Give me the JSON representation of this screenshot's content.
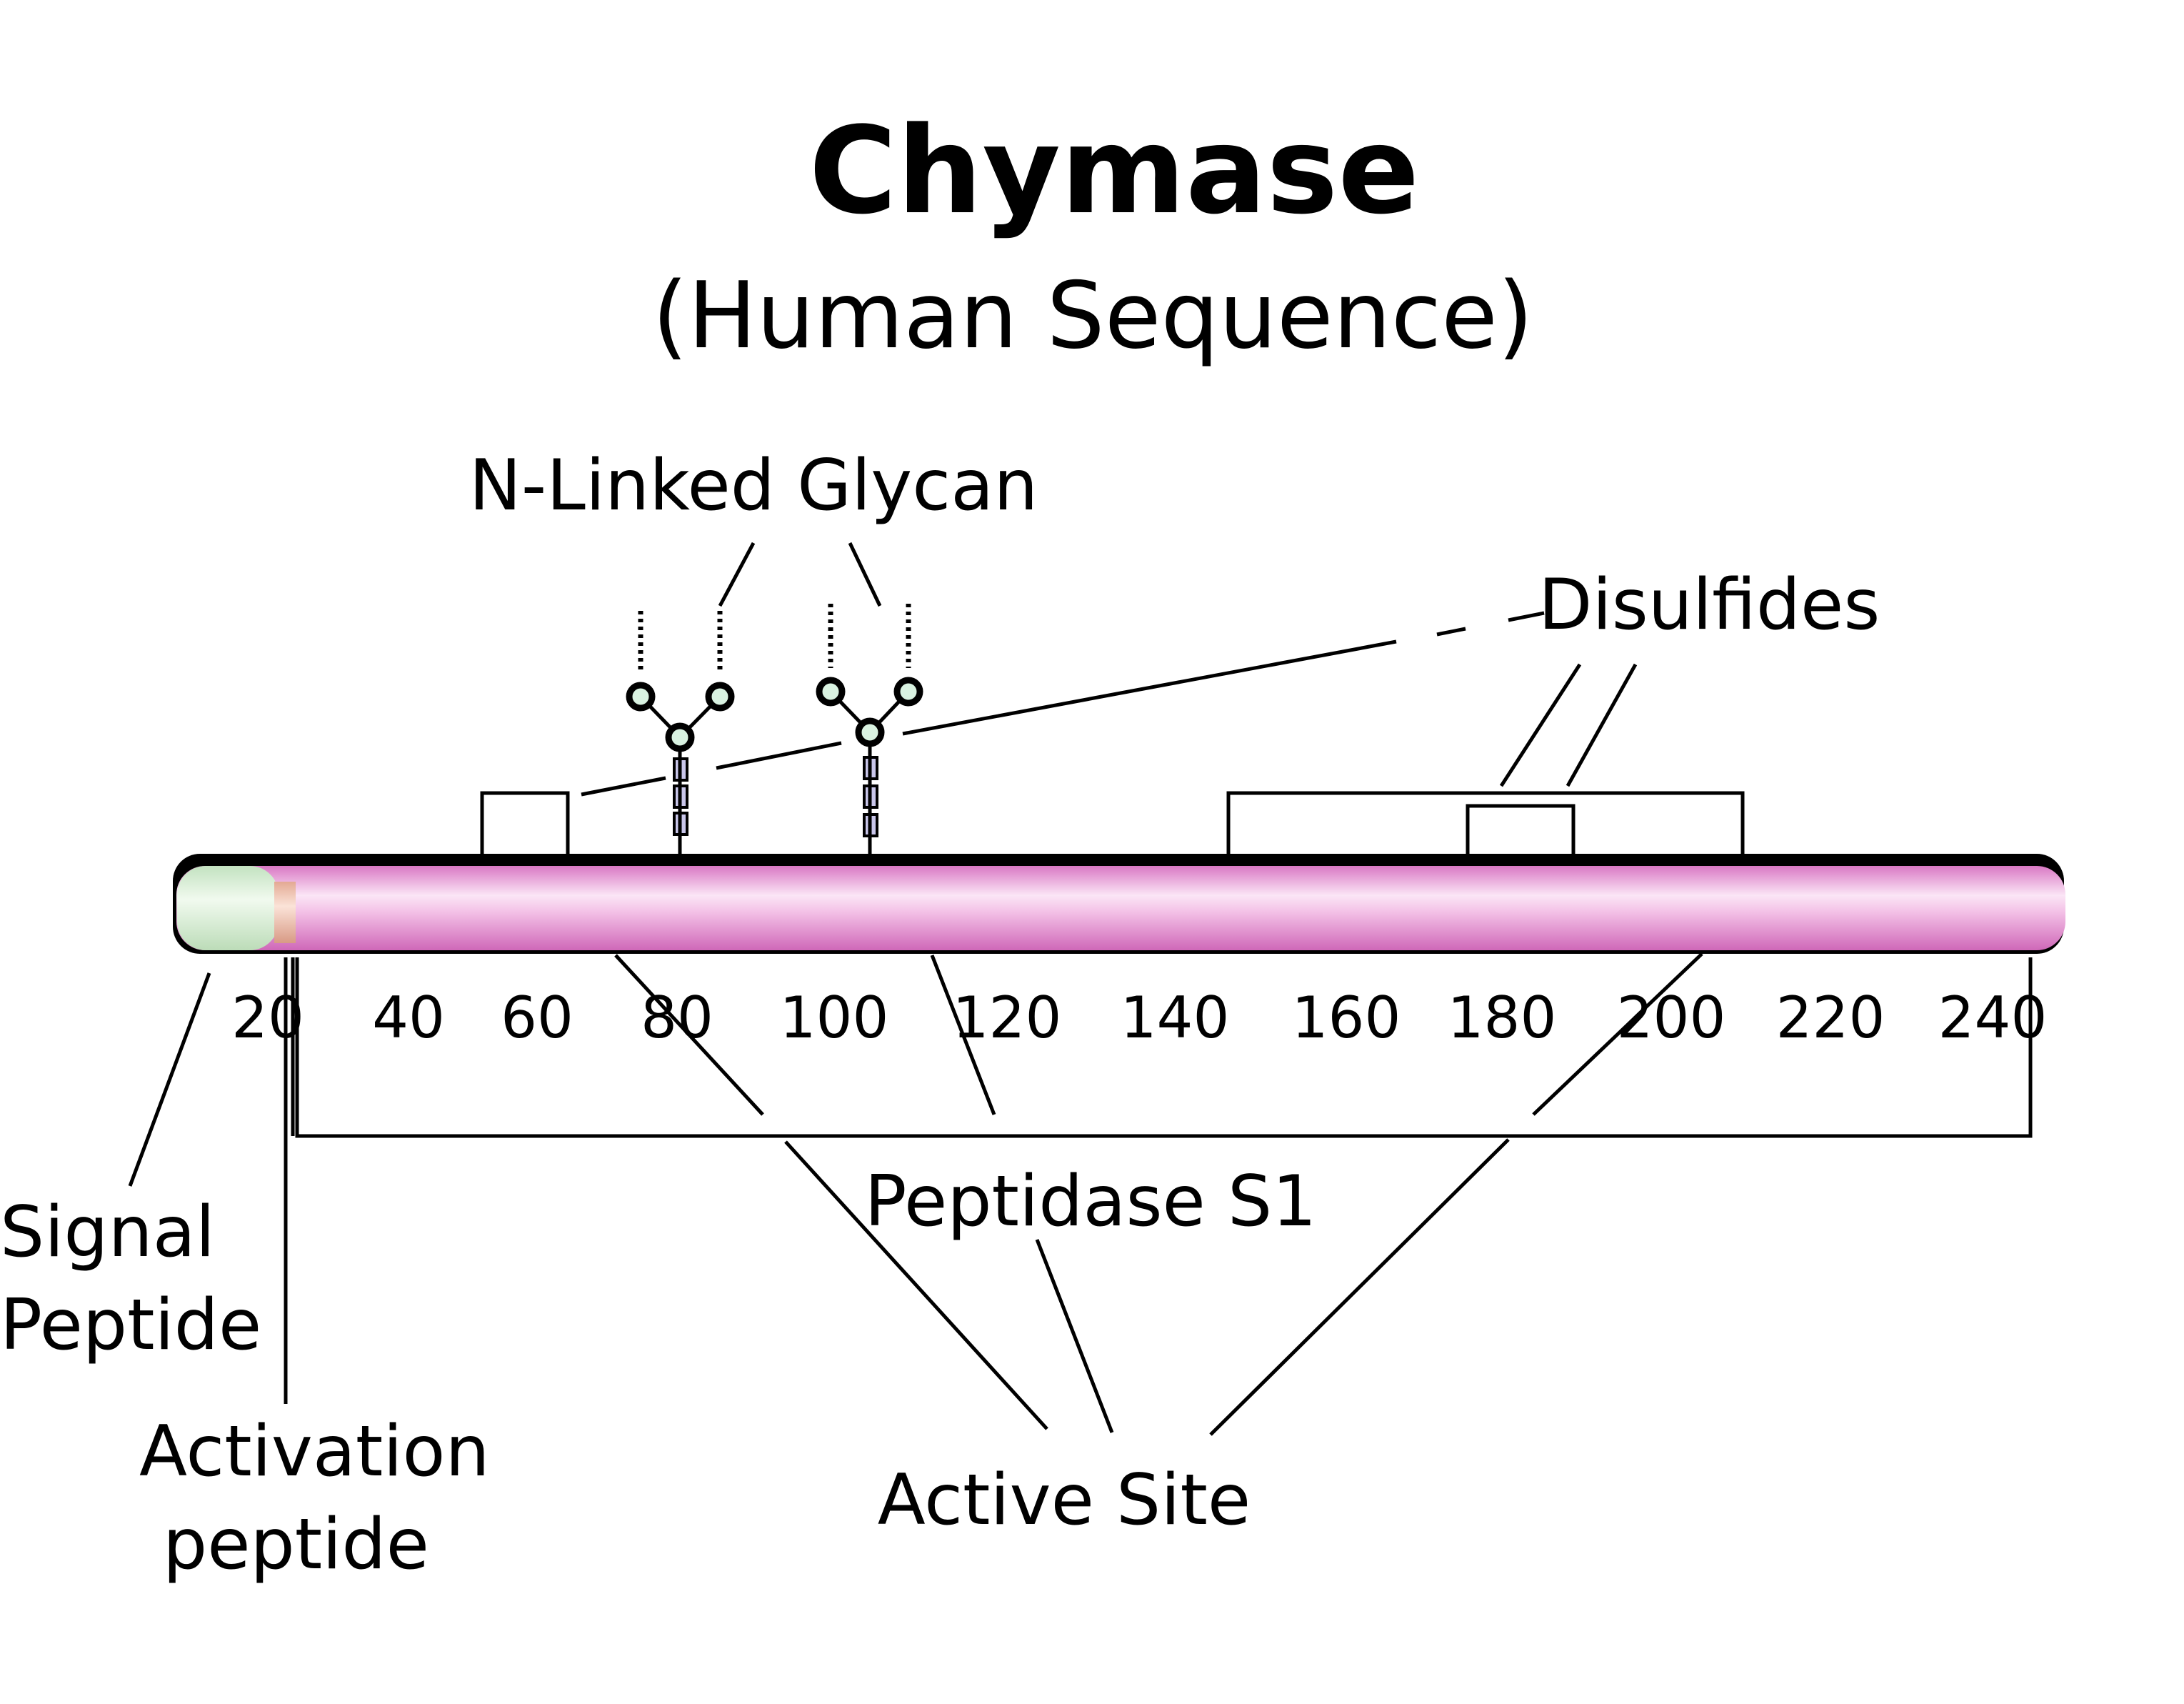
{
  "title": "Chymase",
  "subtitle": "(Human Sequence)",
  "labels": {
    "glycan": "N-Linked Glycan",
    "disulfides": "Disulfides",
    "signal_line1": "Signal",
    "signal_line2": "Peptide",
    "activation_line1": "Activation",
    "activation_line2": "peptide",
    "peptidase": "Peptidase S1",
    "active_site": "Active Site"
  },
  "axis": {
    "ticks": [
      20,
      40,
      60,
      80,
      100,
      120,
      140,
      160,
      180,
      200,
      220,
      240
    ]
  },
  "regions": {
    "signal_peptide": [
      1,
      19
    ],
    "activation_peptide": [
      20,
      21
    ],
    "peptidase_s1": [
      22,
      247
    ]
  },
  "colors": {
    "protein": "#e08ad0",
    "protein_highlight": "#fbe6f6",
    "signal": "#d5ecd2",
    "activation": "#e6b7a4",
    "glycan_node": "#d9f2e1",
    "glycan_stem": "#c9c6ea"
  }
}
